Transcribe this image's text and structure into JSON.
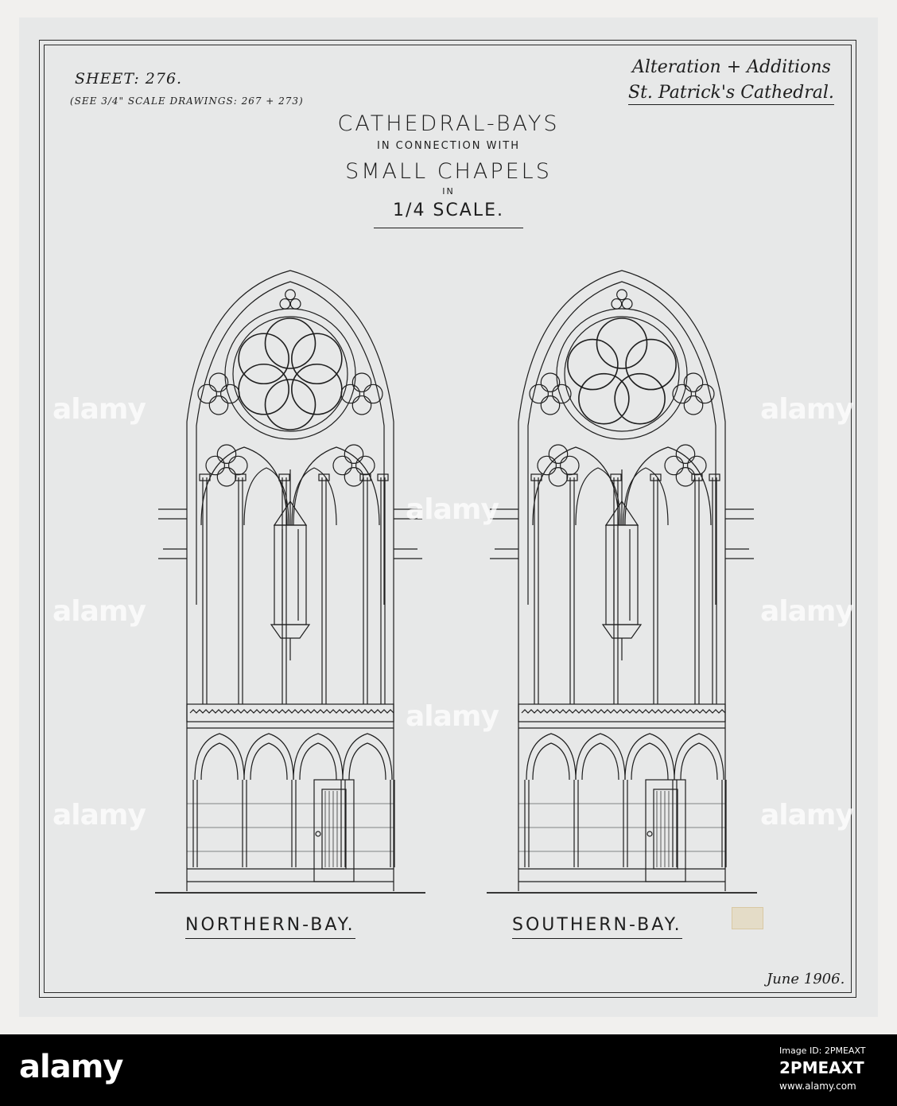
{
  "drawing": {
    "sheet_number": "SHEET: 276.",
    "sheet_reference": "(SEE 3/4\" SCALE DRAWINGS: 267 + 273)",
    "project_line_1": "Alteration + Additions",
    "project_line_2": "St. Patrick's Cathedral.",
    "title_main": "CATHEDRAL-BAYS",
    "title_connector": "IN CONNECTION WITH",
    "title_chapels": "SMALL CHAPELS",
    "title_in": "IN",
    "title_scale": "1/4 SCALE.",
    "bays": [
      {
        "label": "NORTHERN-BAY."
      },
      {
        "label": "SOUTHERN-BAY."
      }
    ],
    "date": "June 1906."
  },
  "watermarks": [
    {
      "text": "alamy"
    },
    {
      "text": "alamy"
    },
    {
      "text": "alamy"
    },
    {
      "text": "alamy"
    },
    {
      "text": "alamy"
    },
    {
      "text": "alamy"
    },
    {
      "text": "alamy"
    },
    {
      "text": "alamy"
    }
  ],
  "footer": {
    "brand": "alamy",
    "image_id_label": "Image ID: 2PMEAXT",
    "image_code": "2PMEAXT",
    "site": "www.alamy.com"
  },
  "colors": {
    "ink": "#1e1e1e",
    "paper": "#e7e8e8",
    "footer": "#000000"
  }
}
